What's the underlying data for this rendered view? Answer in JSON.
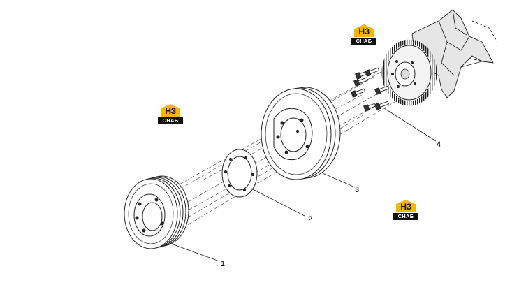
{
  "diagram": {
    "parts": [
      {
        "number": "1"
      },
      {
        "number": "2"
      },
      {
        "number": "3"
      },
      {
        "number": "4"
      }
    ]
  },
  "watermark": {
    "logo_top": "НЗ",
    "logo_bottom": "СНАБ",
    "accent_color": "#f2b705",
    "dark_color": "#111111"
  }
}
